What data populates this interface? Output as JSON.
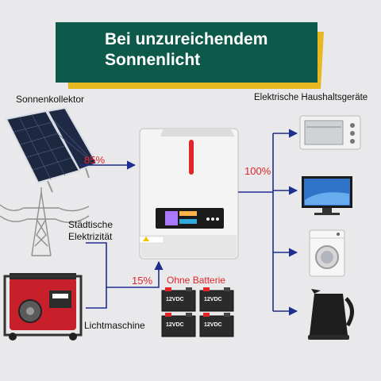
{
  "banner": {
    "line1": "Bei unzureichendem",
    "line2": "Sonnenlicht",
    "bg_color": "#0e5a4a",
    "accent_color": "#e8b820"
  },
  "sources": {
    "solar_label": "Sonnenkollektor",
    "grid_label_line1": "Städtische",
    "grid_label_line2": "Elektrizität",
    "generator_label": "Lichtmaschine"
  },
  "flows": {
    "solar_percent": "85%",
    "output_percent": "100%",
    "grid_percent": "15%"
  },
  "battery": {
    "title": "Ohne Batterie",
    "cells": [
      "12VDC",
      "12VDC",
      "12VDC",
      "12VDC"
    ]
  },
  "appliances": {
    "heading": "Elektrische Haushaltsgeräte",
    "items": [
      "oven-icon",
      "tv-icon",
      "washing-machine-icon",
      "kettle-icon"
    ]
  },
  "colors": {
    "arrow": "#1f2d8f",
    "accent_red": "#e0262b",
    "background": "#e9e9eb"
  }
}
